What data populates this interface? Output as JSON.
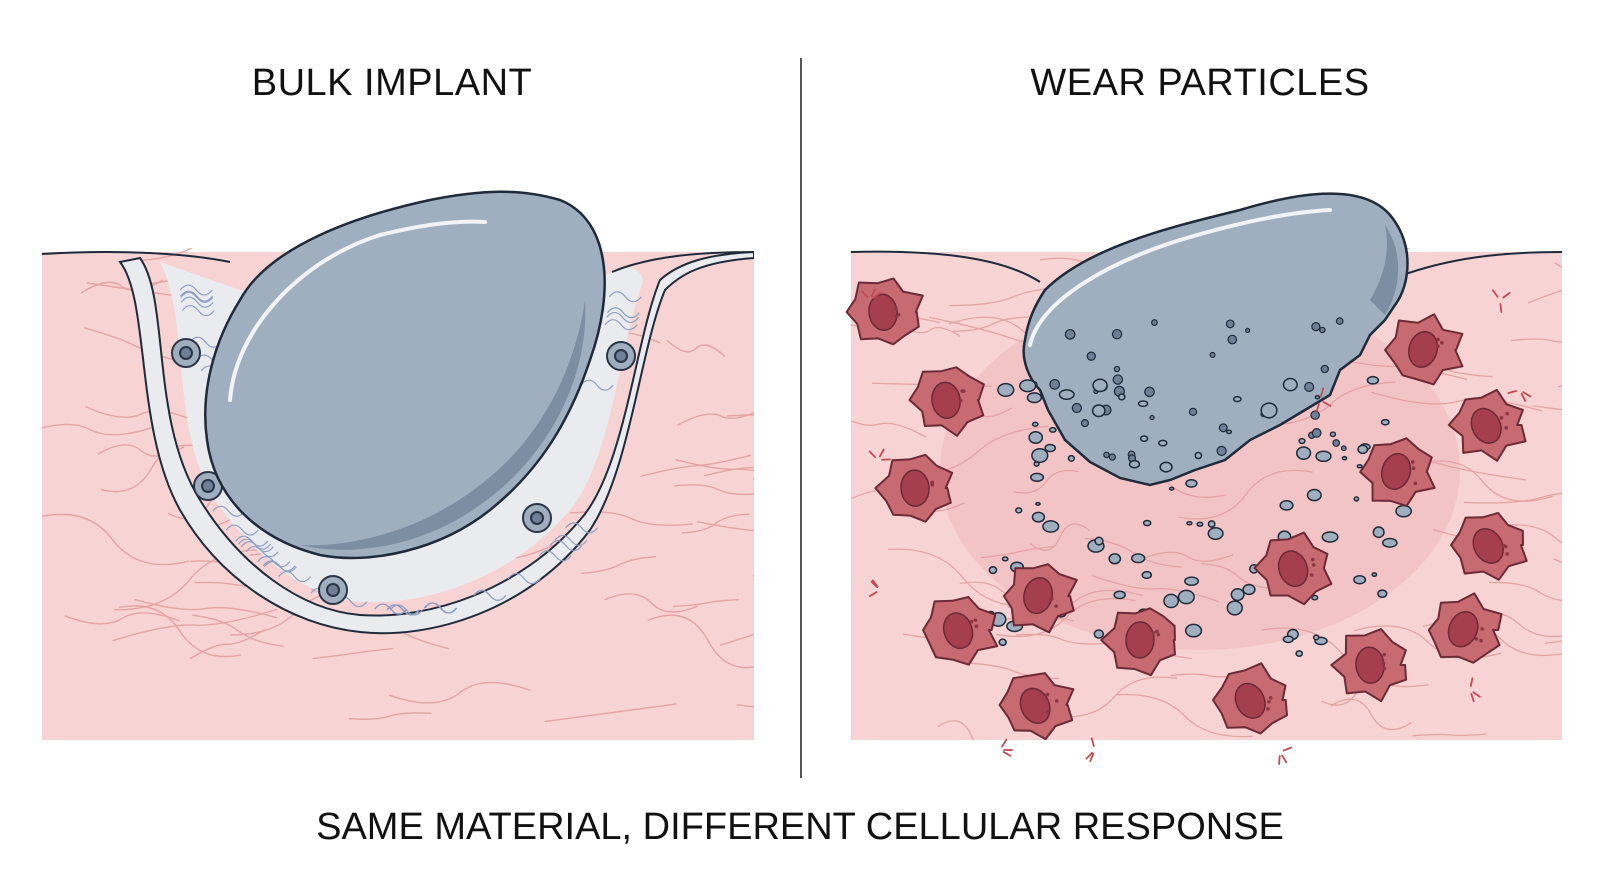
{
  "panels": {
    "left": {
      "title": "BULK IMPLANT"
    },
    "right": {
      "title": "WEAR PARTICLES"
    }
  },
  "caption": "SAME MATERIAL, DIFFERENT CELLULAR RESPONSE",
  "colors": {
    "tissue": "#f7d3d3",
    "tissue_line": "#e4a4a6",
    "implant": "#9fafc0",
    "implant_shadow": "#7e8ea2",
    "capsule": "#e9ebee",
    "cell": "#c76a72",
    "nucleus": "#a53f4d",
    "outline": "#1f2a3a"
  }
}
